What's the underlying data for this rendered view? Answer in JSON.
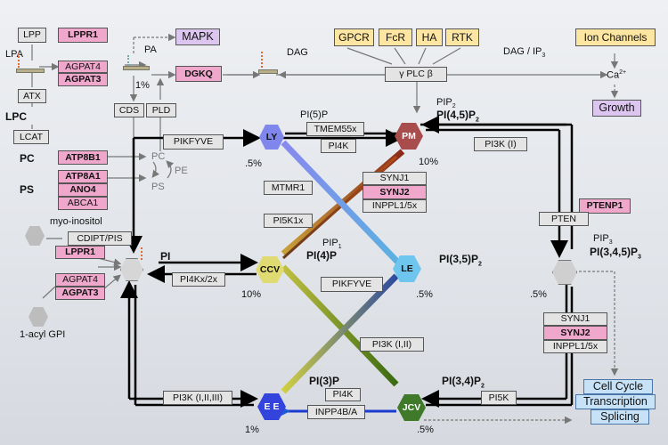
{
  "colors": {
    "pink": "#f0a7cc",
    "gray_box": "#e4e4e4",
    "yellow": "#fde5a2",
    "purple": "#dcc6ef",
    "blue": "#c7e2f6"
  },
  "top_left": {
    "lpp": "LPP",
    "lppr1": "LPPR1",
    "lpa": "LPA",
    "agpat4": "AGPAT4",
    "agpat3": "AGPAT3",
    "atx": "ATX",
    "lpc": "LPC",
    "lcat": "LCAT",
    "pa": "PA",
    "mapk": "MAPK",
    "dgkq": "DGKQ",
    "dag": "DAG",
    "cds": "CDS",
    "pld": "PLD",
    "pct_1": "1%"
  },
  "receptors": {
    "gpcr": "GPCR",
    "fcr": "FcR",
    "ha": "HA",
    "rtk": "RTK",
    "plc": "γ PLC β",
    "dag_ip3": "DAG / IP",
    "ion": "Ion Channels",
    "ca": "Ca",
    "growth": "Growth"
  },
  "left_lipids": {
    "pc": "PC",
    "atp8b1": "ATP8B1",
    "pc_node": "PC",
    "pe": "PE",
    "ps_node": "PS",
    "ps": "PS",
    "atp8a1": "ATP8A1",
    "ano4": "ANO4",
    "abca1": "ABCA1",
    "myo": "myo-inositol",
    "cdipt": "CDIPT/PIS",
    "lppr1b": "LPPR1",
    "pi": "PI",
    "agpat4b": "AGPAT4",
    "agpat3b": "AGPAT3",
    "acyl": "1-acyl GPI"
  },
  "nodes": {
    "ly": "LY",
    "pm": "PM",
    "ccv": "CCV",
    "le": "LE",
    "ee": "E E",
    "jcv": "JCV"
  },
  "lipid_labels": {
    "pi5p": "PI(5)P",
    "pip2": "PIP",
    "pi45p2": "PI(4,5)P",
    "pip1": "PIP",
    "pi4p": "PI(4)P",
    "pi35p2": "PI(3,5)P",
    "pip3": "PIP",
    "pi345p3": "PI(3,4,5)P",
    "pi3p": "PI(3)P",
    "pi34p2": "PI(3,4)P"
  },
  "enzymes": {
    "pikfyve_top": "PIKFYVE",
    "tmem55x": "TMEM55x",
    "pi4k_top": "PI4K",
    "pi3k_i": "PI3K (I)",
    "mtmr1": "MTMR1",
    "synj1a": "SYNJ1",
    "synj2a": "SYNJ2",
    "inppl1a": "INPPL1/5x",
    "pi5k1x": "PI5K1x",
    "pten": "PTEN",
    "ptenp1": "PTENP1",
    "pi4kx": "PI4Kx/2x",
    "pikfyve_mid": "PIKFYVE",
    "synj1b": "SYNJ1",
    "synj2b": "SYNJ2",
    "inppl1b": "INPPL1/5x",
    "pi3k_iii": "PI3K (I,II)",
    "pi3k_123": "PI3K (I,II,III)",
    "pi4k_bot": "PI4K",
    "inpp4b": "INPP4B/A",
    "pi5k": "PI5K"
  },
  "percents": {
    "ly": ".5%",
    "pm": "10%",
    "ccv": "10%",
    "le": ".5%",
    "pip3": ".5%",
    "ee": "1%",
    "jcv": ".5%"
  },
  "outputs": {
    "cell_cycle": "Cell Cycle",
    "transcription": "Transcription",
    "splicing": "Splicing"
  }
}
